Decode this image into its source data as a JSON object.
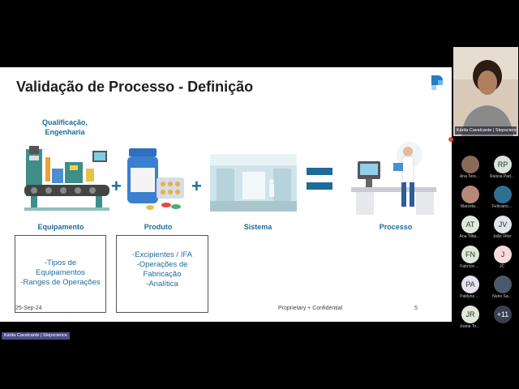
{
  "slide": {
    "title": "Validação de Processo - Definição",
    "qualification_line1": "Qualificação,",
    "qualification_line2": "Engenharia",
    "columns": [
      {
        "label": "Equipamento"
      },
      {
        "label": "Produto"
      },
      {
        "label": "Sistema"
      },
      {
        "label": "Processo"
      }
    ],
    "box1_lines": [
      "-Tipos de",
      "Equipamentos",
      "-Ranges de Operações"
    ],
    "box2_lines": [
      "-Excipientes / IFA",
      "-Operações de",
      "Fabricação",
      "-Analítica"
    ],
    "footer": {
      "date": "25-Sep-24",
      "confidential": "Proprietary + Confidential",
      "page": "5"
    }
  },
  "meeting": {
    "main_speaker": "Kárita Cavalcante | Stepscience",
    "presenter_label": "Kárita Cavalcante | Stepscience",
    "participants": [
      {
        "initials": "",
        "name": "Ana Tere...",
        "color": "#8a6a5a"
      },
      {
        "initials": "RP",
        "name": "Raíssa Pad...",
        "color": "#d7e3dc"
      },
      {
        "initials": "",
        "name": "Marcela...",
        "color": "#b7897a"
      },
      {
        "initials": "",
        "name": "Feliciano...",
        "color": "#2f6f8f"
      },
      {
        "initials": "AT",
        "name": "Ana Tilba...",
        "color": "#dfe9d7"
      },
      {
        "initials": "JV",
        "name": "João Vitor",
        "color": "#e1e4ea"
      },
      {
        "initials": "FN",
        "name": "Fabrício ...",
        "color": "#dfe9d7"
      },
      {
        "initials": "J",
        "name": "JC",
        "color": "#f5dcdc"
      },
      {
        "initials": "PA",
        "name": "Pablyne ...",
        "color": "#e6e0f0"
      },
      {
        "initials": "",
        "name": "Nuno Sa...",
        "color": "#4a5a6a"
      },
      {
        "initials": "JR",
        "name": "Joana To...",
        "color": "#dfe9d7"
      },
      {
        "initials": "+11",
        "name": "",
        "color": "#3a3f52"
      }
    ]
  }
}
